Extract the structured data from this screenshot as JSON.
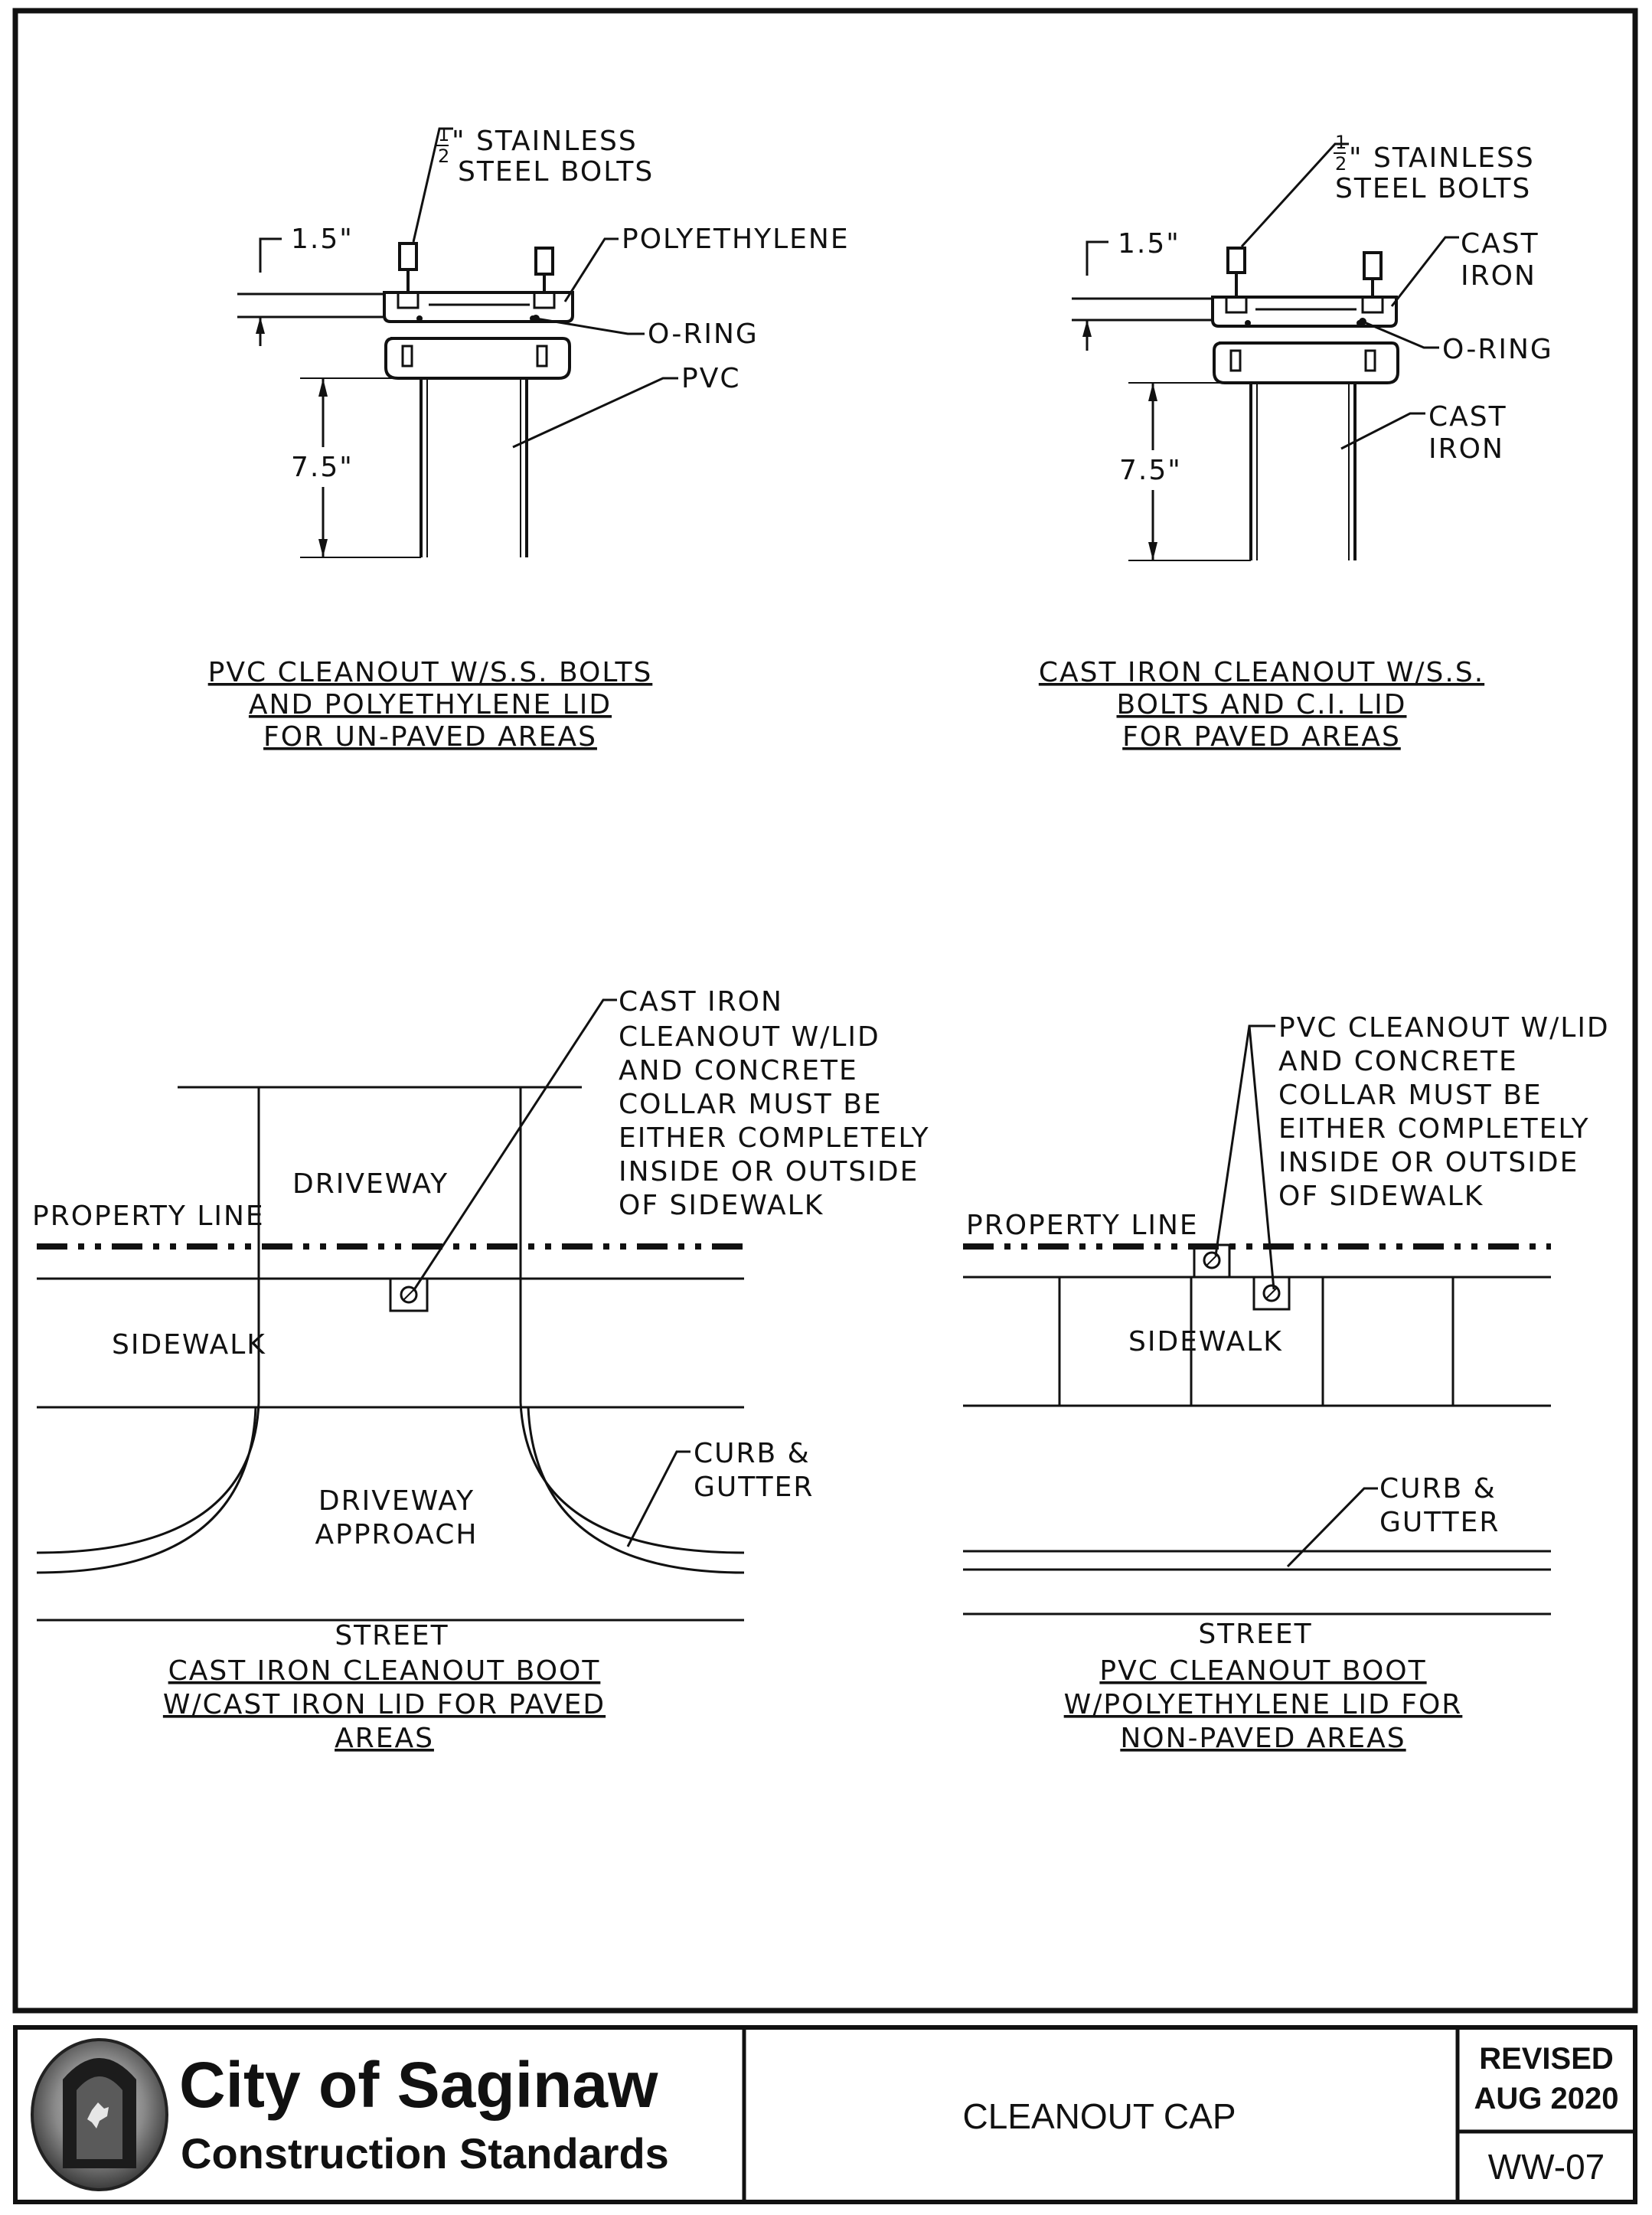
{
  "detail_1": {
    "bolt_frac_num": "1",
    "bolt_frac_den": "2",
    "bolt_line1": "\" STAINLESS",
    "bolt_line2": "STEEL BOLTS",
    "dim_top": "1.5\"",
    "dim_side": "7.5\"",
    "lid_label": "POLYETHYLENE",
    "oring_label": "O-RING",
    "pipe_label": "PVC",
    "caption": [
      "PVC CLEANOUT W/S.S. BOLTS",
      "AND POLYETHYLENE LID",
      "FOR UN-PAVED AREAS"
    ]
  },
  "detail_2": {
    "bolt_frac_num": "1",
    "bolt_frac_den": "2",
    "bolt_line1": "\" STAINLESS",
    "bolt_line2": "STEEL BOLTS",
    "dim_top": "1.5\"",
    "dim_side": "7.5\"",
    "lid_label": [
      "CAST",
      "IRON"
    ],
    "oring_label": "O-RING",
    "pipe_label": [
      "CAST",
      "IRON"
    ],
    "caption": [
      "CAST IRON CLEANOUT W/S.S.",
      "BOLTS AND C.I. LID",
      "FOR PAVED AREAS"
    ]
  },
  "detail_3": {
    "note": [
      "CAST IRON",
      "CLEANOUT W/LID",
      "AND CONCRETE",
      "COLLAR MUST BE",
      "EITHER COMPLETELY",
      "INSIDE OR OUTSIDE",
      "OF SIDEWALK"
    ],
    "driveway": "DRIVEWAY",
    "property_line": "PROPERTY LINE",
    "sidewalk": "SIDEWALK",
    "approach": [
      "DRIVEWAY",
      "APPROACH"
    ],
    "curb": [
      "CURB &",
      "GUTTER"
    ],
    "street": "STREET",
    "caption": [
      "CAST IRON CLEANOUT BOOT",
      "W/CAST IRON LID FOR PAVED",
      "AREAS"
    ]
  },
  "detail_4": {
    "note": [
      "PVC CLEANOUT W/LID",
      "AND CONCRETE",
      "COLLAR MUST BE",
      "EITHER COMPLETELY",
      "INSIDE OR OUTSIDE",
      "OF SIDEWALK"
    ],
    "property_line": "PROPERTY LINE",
    "sidewalk": "SIDEWALK",
    "curb": [
      "CURB &",
      "GUTTER"
    ],
    "street": "STREET",
    "caption": [
      "PVC CLEANOUT BOOT",
      "W/POLYETHYLENE LID FOR",
      "NON-PAVED AREAS"
    ]
  },
  "title_block": {
    "logo": "city-seal-icon",
    "org_name": "City of Saginaw",
    "org_sub": "Construction Standards",
    "drawing_title": "CLEANOUT CAP",
    "revised_line1": "REVISED",
    "revised_line2": "AUG 2020",
    "sheet_number": "WW-07"
  }
}
